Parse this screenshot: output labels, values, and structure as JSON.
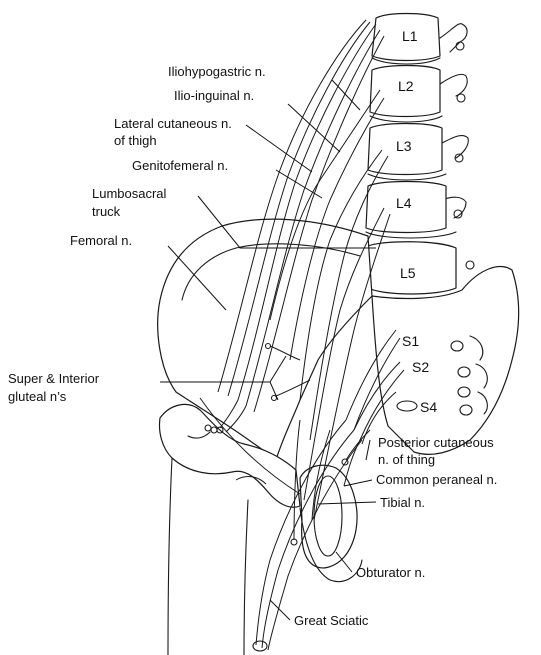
{
  "vertebrae": [
    "L1",
    "L2",
    "L3",
    "L4",
    "L5"
  ],
  "sacral": [
    "S1",
    "S2",
    "S4"
  ],
  "labels": {
    "iliohypogastric": "Iliohypogastric n.",
    "ilioinguinal": "Ilio-inguinal n.",
    "lateral_cutaneous_1": "Lateral cutaneous n.",
    "lateral_cutaneous_2": "of thigh",
    "genitofemoral": "Genitofemeral n.",
    "lumbosacral_1": "Lumbosacral",
    "lumbosacral_2": "truck",
    "femoral": "Femoral n.",
    "gluteal_1": "Super & Interior",
    "gluteal_2": "gluteal n’s",
    "posterior_cutaneous_1": "Posterior cutaneous",
    "posterior_cutaneous_2": "n. of thing",
    "common_peroneal": "Common peraneal n.",
    "tibial": "Tibial n.",
    "obturator": "Obturator n.",
    "great_sciatic": "Great Sciatic"
  }
}
